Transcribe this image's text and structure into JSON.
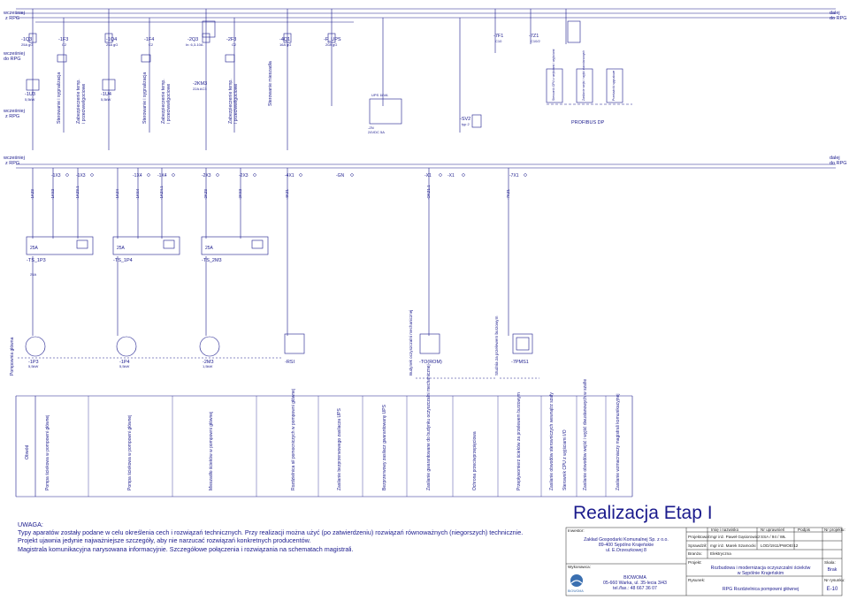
{
  "top_left": {
    "prev1": "wcześniej",
    "prev1b": "z RPG",
    "prev2": "wcześniej",
    "prev2b": "do RPG",
    "prev3": "wcześniej",
    "prev3b": "z RPG"
  },
  "top_right": {
    "next": "dalej",
    "nextb": "do RPG"
  },
  "mid_left": {
    "prev": "wcześniej",
    "prevb": "z RPG"
  },
  "mid_right": {
    "next": "dalej",
    "nextb": "do RPG"
  },
  "breakers": [
    {
      "id": "-1Q3",
      "val": "25A gG"
    },
    {
      "id": "-1F3",
      "val": "C2"
    },
    {
      "id": "-1Q4",
      "val": "25A gG"
    },
    {
      "id": "-1F4",
      "val": "C2"
    },
    {
      "id": "-2Q3",
      "val": "In: 6,3-10A"
    },
    {
      "id": "-2F3",
      "val": "C2"
    },
    {
      "id": "-4Q1",
      "val": "16A gG"
    },
    {
      "id": "-F_UPS",
      "val": "20A gG"
    },
    {
      "id": "-7F1",
      "val": "C10"
    },
    {
      "id": "-7Z1",
      "val": "C10/2"
    }
  ],
  "soft_starters": [
    {
      "id": "-1U3",
      "val": "5,5kW"
    },
    {
      "id": "-1U4",
      "val": "5,5kW"
    }
  ],
  "contactor": {
    "id": "-2KM3",
    "val": "22A AC3"
  },
  "labels_top": {
    "ctrl1": "Sterowanie i sygnalizacja",
    "temp1a": "Zabezpieczenie temp.",
    "temp1b": "i przeciwwilgociowe",
    "ctrl2": "Sterowanie i sygnalizacja",
    "temp2a": "Zabezpieczenie temp.",
    "temp2b": "i przeciwwilgociowe",
    "temp3a": "Zabezpieczenie temp.",
    "temp3b": "i przeciwwilgociowe",
    "mixer": "Sterowanie mieszadła"
  },
  "ups_label": "UPS 1kVA",
  "sv2": {
    "id": "-SV2",
    "val": "typ 2"
  },
  "power_supply": {
    "id": "-ZN",
    "val": "24VDC 5A"
  },
  "xp_blocks": [
    "Sterownik CPU z wejściami i wyjściami",
    "Zasilanie wejść i wyjść dwustanowych",
    "Przekaźniki sygnałowe"
  ],
  "profibus": "PROFIBUS DP",
  "terminals": [
    "-1X3",
    "-1X3",
    "-1X4",
    "-1X4",
    "-2X3",
    "-2X3",
    "-4X1",
    "-GN",
    "-X1",
    "-X1",
    "-7X1"
  ],
  "cables": [
    "-1KZ3",
    "-1KS3",
    "-1KZ3.1",
    "-1KZ4",
    "-1KS4",
    "-1KZ4.1",
    "-2KZ3",
    "-2KS3",
    "-4KZ1",
    "-OKZ1.1",
    "-7KZ1"
  ],
  "ts_boxes": [
    {
      "rating": "25A",
      "id": "-TS_1P3"
    },
    {
      "rating": "25A",
      "id": "-TS_1P4"
    },
    {
      "rating": "25A",
      "id": "-TS_2M3"
    }
  ],
  "motors": [
    {
      "id": "-1P3",
      "val": "5,5kW"
    },
    {
      "id": "-1P4",
      "val": "5,5kW"
    },
    {
      "id": "-2M3",
      "val": "1,5kW"
    }
  ],
  "field_devices": [
    {
      "id": "-RSI"
    },
    {
      "id": "-TO(ROM)"
    },
    {
      "id": "-7PMS1"
    }
  ],
  "field_headers": {
    "pumps": "Pompownia główna",
    "mech": "Budynek oczyszczalni mechanicznej",
    "tower": "Studnia za przelewem burzowym"
  },
  "circuit_header": "Obwód",
  "circuits": [
    "Pompa ściekowa w pompowni głównej",
    "Pompa ściekowa w pompowni głównej",
    "Mieszadło ścieków w pompowni głównej",
    "Rozdzielnica sił pomocniczych w pompowni głównej",
    "Zasilanie bezprzerwowego zasilacza UPS",
    "Bezprzerwowy zasilacz gwarantowany UPS",
    "Zasilanie gwarantowane do budynku oczyszczalni mechanicznej",
    "Ochrona przeciwprzepięciowa",
    "Przepływomierz ścieków za przelewem burzowym",
    "Zasilanie obwodów sterowniczych wewnątrz szafy",
    "Sterownik CPU z wyjściami I/O",
    "Zasilanie obwodów wejść i wyjść dwustanowych w szafie",
    "Zasilanie wzmacniaczy magistrali komunikacyjnej"
  ],
  "notes": {
    "title": "UWAGA:",
    "l1": "Typy aparatów zostały podane w celu określenia cech i rozwiązań technicznych. Przy realizacji można użyć (po zatwierdzeniu) rozwiązań równoważnych (niegorszych) technicznie.",
    "l2": "Projekt ujawnia jedynie najważniejsze szczegóły, aby nie narzucać rozwiązań konkretnych producentów.",
    "l3": "Magistrala komunikacyjna narysowana informacyjnie. Szczegółowe połączenia i rozwiązania na schematach magistrali."
  },
  "stage_title": "Realizacja Etap I",
  "title_block": {
    "investor_label": "Inwestor:",
    "investor1": "Zakład Gospodarki Komunalnej Sp. z o.o.",
    "investor2": "89-400 Sępólno Krajeńskie",
    "investor3": "ul. E.Orzeszkowej 8",
    "contractor_label": "Wykonawca:",
    "contractor1": "BIOWOMA",
    "contractor2": "05-660 Warka, ul. 35-lecia 3/43",
    "contractor3": "tel./fax.: 48 667 36 07",
    "logo_text": "BIOWOMA",
    "col_name": "Imię i nazwisko",
    "col_perm": "Nr uprawnień",
    "col_sign": "Podpis",
    "col_proj": "Nr projektu:",
    "r1_role": "Projektował:",
    "r1_name": "mgr inż. Paweł Gąsiorowicz",
    "r1_perm": "SSA / 94 / WŁ",
    "r2_role": "Sprawdził:",
    "r2_name": "mgr inż. Marek Szamocki",
    "r2_perm": "LOD/1911/PWOE/12",
    "branch_label": "Branża:",
    "branch": "Elektryczna",
    "project_label": "Projekt:",
    "project1": "Rozbudowa i modernizacja oczyszczalni ścieków",
    "project2": "w Sępólnie Krajeńskim",
    "scale_label": "Skala:",
    "scale": "Brak",
    "drawing_label": "Rysunek:",
    "drawing": "RPG Rozdzielnica pompowni głównej",
    "sheet_label": "Nr rysunku:",
    "sheet": "E-10"
  },
  "colors": {
    "line": "#1a1a8c",
    "accent": "#7a1a1a"
  }
}
